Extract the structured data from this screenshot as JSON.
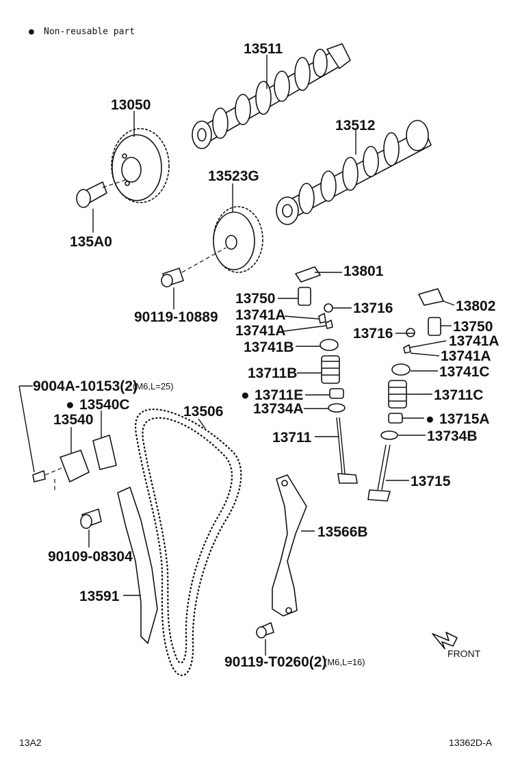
{
  "legend": {
    "marker": "●",
    "text": "Non-reusable part"
  },
  "parts": {
    "p13511": "13511",
    "p13050": "13050",
    "p13512": "13512",
    "p135A0": "135A0",
    "p13523G": "13523G",
    "p90119_10889": "90119-10889",
    "p13801": "13801",
    "p13750_l": "13750",
    "p13716_l": "13716",
    "p13741A_l1": "13741A",
    "p13741A_l2": "13741A",
    "p13741B": "13741B",
    "p13711B": "13711B",
    "p13711E": "13711E",
    "p13734A": "13734A",
    "p13711": "13711",
    "p13802": "13802",
    "p13750_r": "13750",
    "p13716_r": "13716",
    "p13741A_r1": "13741A",
    "p13741A_r2": "13741A",
    "p13741C": "13741C",
    "p13711C": "13711C",
    "p13715A": "13715A",
    "p13734B": "13734B",
    "p13715": "13715",
    "p9004A_main": "9004A-10153(2)",
    "p9004A_spec": "(M6,L=25)",
    "p13540C": "13540C",
    "p13540": "13540",
    "p13506": "13506",
    "p90109_08304": "90109-08304",
    "p13591": "13591",
    "p13566B": "13566B",
    "p90119_T0260_main": "90119-T0260(2)",
    "p90119_T0260_spec": "(M6,L=16)"
  },
  "bullets": {
    "b1": "●",
    "b2": "●",
    "b3": "●"
  },
  "front": "FRONT",
  "footer": {
    "left": "13A2",
    "right": "13362D-A"
  }
}
